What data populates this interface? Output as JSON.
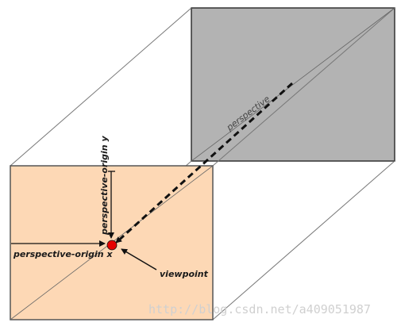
{
  "labels": {
    "perspective": "perspective",
    "origin_y": "perspective-origin y",
    "origin_x": "perspective-origin x",
    "viewpoint": "viewpoint"
  },
  "watermark": "http://blog.csdn.net/a409051987",
  "colors": {
    "front_face": "#fdd8b5",
    "back_face": "#b3b3b3",
    "viewpoint_dot": "#e60000",
    "edges": "#6a6a6a"
  }
}
